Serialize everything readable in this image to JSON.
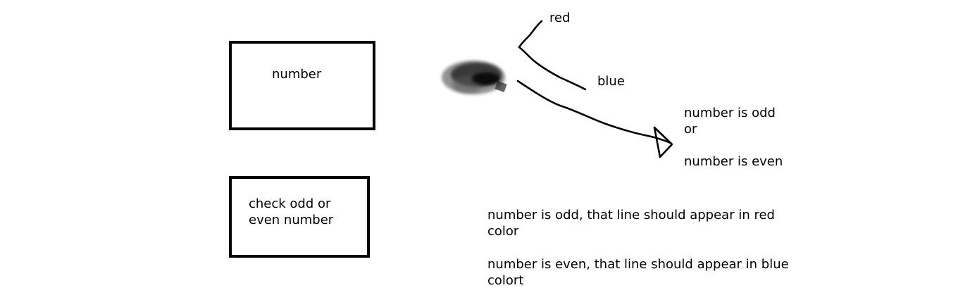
{
  "input_box": {
    "label": "number"
  },
  "action_box": {
    "label": "check odd or\neven number"
  },
  "branches": {
    "red_label": "red",
    "blue_label": "blue"
  },
  "results": {
    "odd": "number is odd",
    "or": "or",
    "even": "number is even"
  },
  "notes": {
    "odd_note": "number is odd, that line should appear in red\ncolor",
    "even_note": "number is even, that line should appear in blue\ncolort"
  },
  "colors": {
    "stroke": "#000000",
    "smudge": "#2b2b2b",
    "background": "#ffffff"
  }
}
